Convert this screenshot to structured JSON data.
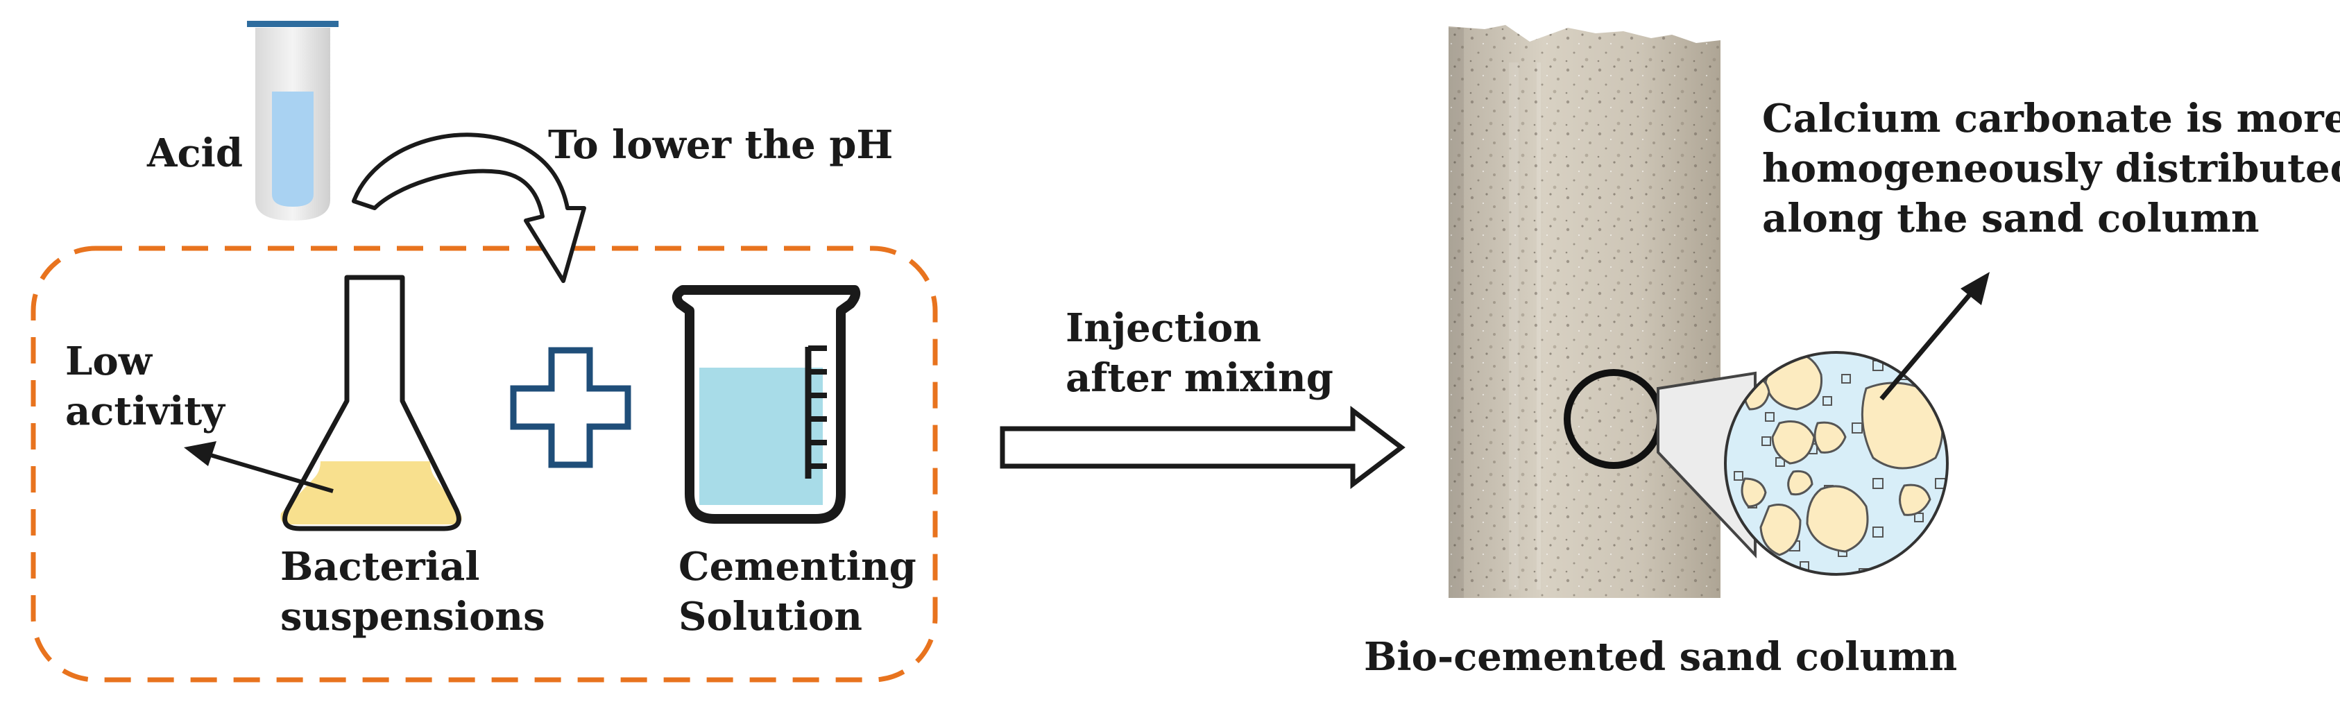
{
  "labels": {
    "acid": "Acid",
    "lower_ph": "To lower the pH",
    "low_activity_1": "Low",
    "low_activity_2": "activity",
    "bacterial_1": "Bacterial",
    "bacterial_2": "suspensions",
    "cementing_1": "Cementing",
    "cementing_2": "Solution",
    "injection_1": "Injection",
    "injection_2": "after mixing",
    "caco3_1": "Calcium carbonate is more",
    "caco3_2": "homogeneously distributed",
    "caco3_3": "along the sand column",
    "column_caption": "Bio-cemented sand column"
  },
  "colors": {
    "dashed_box": "#E8731E",
    "plus": "#1F4E79",
    "tube_cap": "#2E6C9E",
    "tube_liquid": "#A9D2F2",
    "flask_liquid": "#F8E08E",
    "beaker_liquid": "#A8DCE8",
    "sand": "#CFC7B8",
    "grain": "#FCEBC0",
    "pore_fluid": "#D8EEF8"
  }
}
